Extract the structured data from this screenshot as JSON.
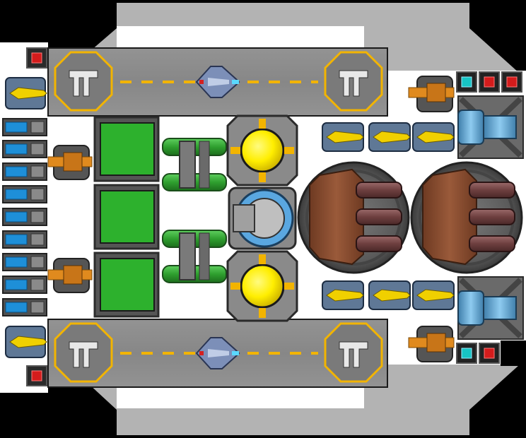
{
  "scene": {
    "palette": {
      "background": "#000000",
      "hull": "#b3b3b3",
      "hull_dark": "#8f8f8f",
      "deck_white": "#ffffff",
      "runway": "#8c8c8c",
      "stripe": "#f2b400",
      "octagon_rim": "#f2b400",
      "tank_green": "#2db12d",
      "reactor_yellow": "#ffee00",
      "shield_blue": "#5aa7e0",
      "battery_blue": "#1e8fd8",
      "turret_orange": "#e08a1e",
      "missile_yellow": "#f0d000",
      "capacitor_red": "#d41c1c",
      "node_cyan": "#17c4c4",
      "cannon_brown": "#8a4a2e",
      "dome_grey": "#5f5f5f"
    },
    "icons": [
      "hull-plate-icon",
      "runway-icon",
      "landing-pad-icon",
      "fighter-ship-icon",
      "fuel-tank-icon",
      "reactor-core-icon",
      "shield-generator-icon",
      "battery-icon",
      "laser-turret-icon",
      "missile-launcher-icon",
      "capacitor-icon",
      "power-node-icon",
      "heavy-cannon-icon",
      "thruster-icon"
    ],
    "counts": {
      "hangars": 2,
      "fighters": 2,
      "fuel_tanks": 3,
      "reactors": 2,
      "batteries": 9,
      "missile_launchers": 8,
      "laser_turrets": 4,
      "heavy_cannons": 2,
      "thrusters": 2
    }
  }
}
